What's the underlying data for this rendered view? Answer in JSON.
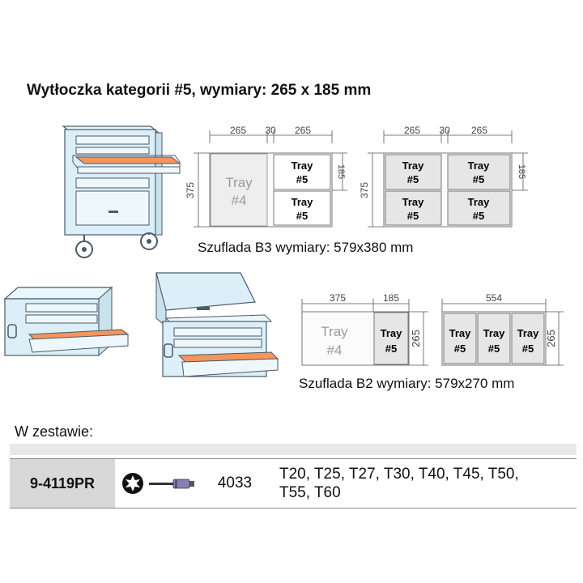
{
  "header": {
    "title": "Wytłoczka kategorii #5, wymiary: 265 x 185 mm"
  },
  "b3": {
    "caption": "Szuflada B3 wymiary: 579x380 mm",
    "left": {
      "top_dims": [
        "265",
        "30",
        "265"
      ],
      "left_dim": "375",
      "right_dim": "185",
      "big_tray": [
        "Tray",
        "#4"
      ],
      "small_tray": [
        "Tray",
        "#5"
      ]
    },
    "right": {
      "top_dims": [
        "265",
        "30",
        "265"
      ],
      "left_dim": "375",
      "right_dim": "185",
      "small_tray": [
        "Tray",
        "#5"
      ]
    }
  },
  "b2": {
    "caption": "Szuflada B2 wymiary: 579x270 mm",
    "left": {
      "top_dims": [
        "375",
        "185"
      ],
      "right_dim": "265",
      "big_tray": [
        "Tray",
        "#4"
      ],
      "small_tray": [
        "Tray",
        "#5"
      ]
    },
    "right": {
      "top_dim": "554",
      "right_dim": "265",
      "small_tray": [
        "Tray",
        "#5"
      ]
    }
  },
  "set": {
    "label": "W zestawie:",
    "code": "9-4119PR",
    "icons": [
      "torx-star-icon",
      "screwdriver-bit-icon"
    ],
    "number": "4033",
    "sizes_line1": "T20, T25, T27, T30, T40, T45, T50,",
    "sizes_line2": "T55, T60"
  },
  "colors": {
    "cabinet": "#dceff8",
    "cabinet_stroke": "#4a5a66",
    "drawer_liner": "#f4955c",
    "tray_fill": "#e6e6e6",
    "tray_empty": "#f3f3f3",
    "dim_line": "#555555"
  }
}
